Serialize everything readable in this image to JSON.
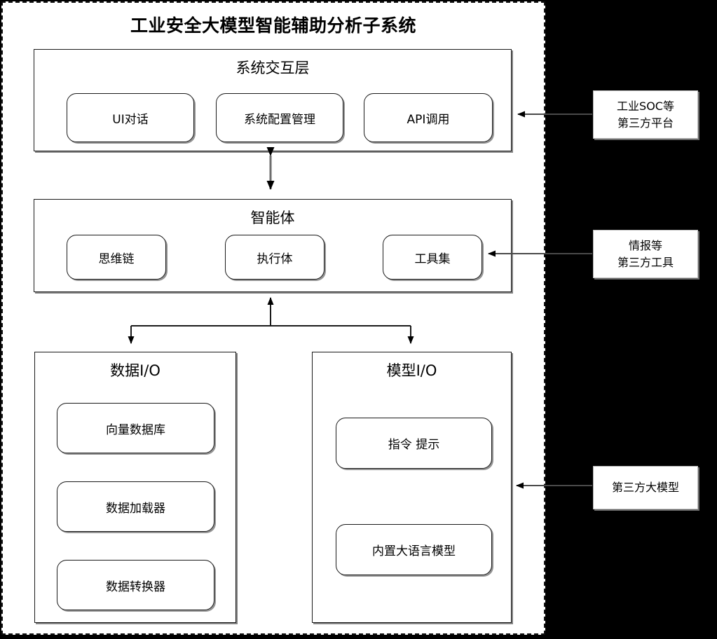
{
  "diagram": {
    "title": "工业安全大模型智能辅助分析子系统",
    "type": "architecture-block-diagram",
    "background_color": "#000000",
    "panel_color": "#ffffff",
    "line_color": "#1a1a1a"
  },
  "layers": [
    {
      "id": "interaction",
      "title": "系统交互层",
      "nodes": [
        {
          "id": "ui-dialog",
          "label": "UI对话"
        },
        {
          "id": "config-mgmt",
          "label": "系统配置管理"
        },
        {
          "id": "api-call",
          "label": "API调用"
        }
      ]
    },
    {
      "id": "agent",
      "title": "智能体",
      "nodes": [
        {
          "id": "chain-of-thought",
          "label": "思维链"
        },
        {
          "id": "executor",
          "label": "执行体"
        },
        {
          "id": "toolset",
          "label": "工具集"
        }
      ]
    },
    {
      "id": "data-io",
      "title": "数据I/O",
      "nodes": [
        {
          "id": "vector-db",
          "label": "向量数据库"
        },
        {
          "id": "data-loader",
          "label": "数据加载器"
        },
        {
          "id": "data-transformer",
          "label": "数据转换器"
        }
      ]
    },
    {
      "id": "model-io",
      "title": "模型I/O",
      "nodes": [
        {
          "id": "prompt",
          "label": "指令 提示"
        },
        {
          "id": "builtin-llm",
          "label": "内置大语言模型"
        }
      ]
    }
  ],
  "external": [
    {
      "id": "third-party-platform",
      "line1": "工业SOC等",
      "line2": "第三方平台",
      "target": "api-call"
    },
    {
      "id": "third-party-tools",
      "line1": "情报等",
      "line2": "第三方工具",
      "target": "toolset"
    },
    {
      "id": "third-party-llm",
      "line1": "第三方大模型",
      "line2": "",
      "target": "model-io"
    }
  ],
  "connections": [
    {
      "id": "interaction-agent",
      "from": "agent",
      "to": "interaction",
      "style": "bidirectional-vertical"
    },
    {
      "id": "agent-data-io",
      "from": "agent",
      "to": "data-io",
      "style": "tree-branch"
    },
    {
      "id": "agent-model-io",
      "from": "agent",
      "to": "model-io",
      "style": "tree-branch"
    },
    {
      "id": "platform-to-api",
      "from": "third-party-platform",
      "to": "api-call",
      "style": "arrow-left"
    },
    {
      "id": "tools-to-toolset",
      "from": "third-party-tools",
      "to": "toolset",
      "style": "arrow-left"
    },
    {
      "id": "llm-to-model-io",
      "from": "third-party-llm",
      "to": "model-io",
      "style": "arrow-left"
    }
  ]
}
